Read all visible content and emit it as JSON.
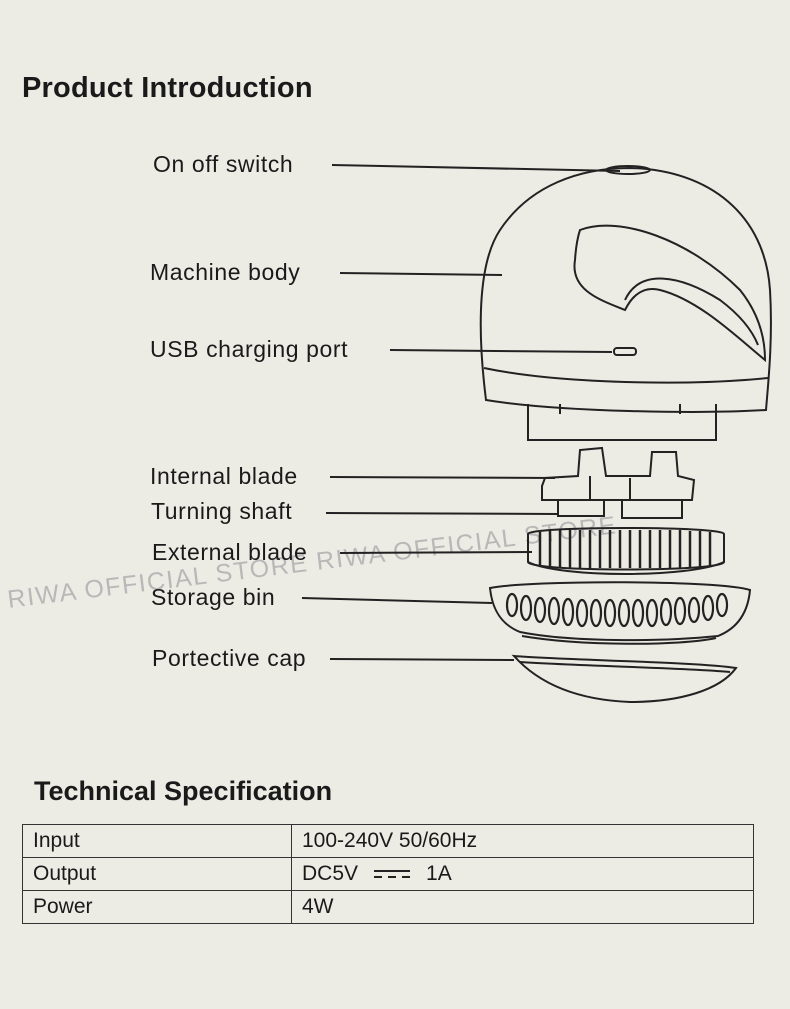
{
  "intro": {
    "title": "Product Introduction",
    "labels": {
      "switch": "On off switch",
      "body": "Machine body",
      "usb": "USB charging port",
      "internal_blade": "Internal blade",
      "shaft": "Turning shaft",
      "external_blade": "External blade",
      "bin": "Storage bin",
      "cap": "Portective cap"
    }
  },
  "watermarks": [
    "RIWA OFFICIAL STORE RIWA OFFICIAL STORE"
  ],
  "spec": {
    "title": "Technical Specification",
    "rows": [
      {
        "key": "Input",
        "value": "100-240V 50/60Hz"
      },
      {
        "key": "Output",
        "value_prefix": "DC5V",
        "value_suffix": "1A"
      },
      {
        "key": "Power",
        "value": "4W"
      }
    ]
  }
}
